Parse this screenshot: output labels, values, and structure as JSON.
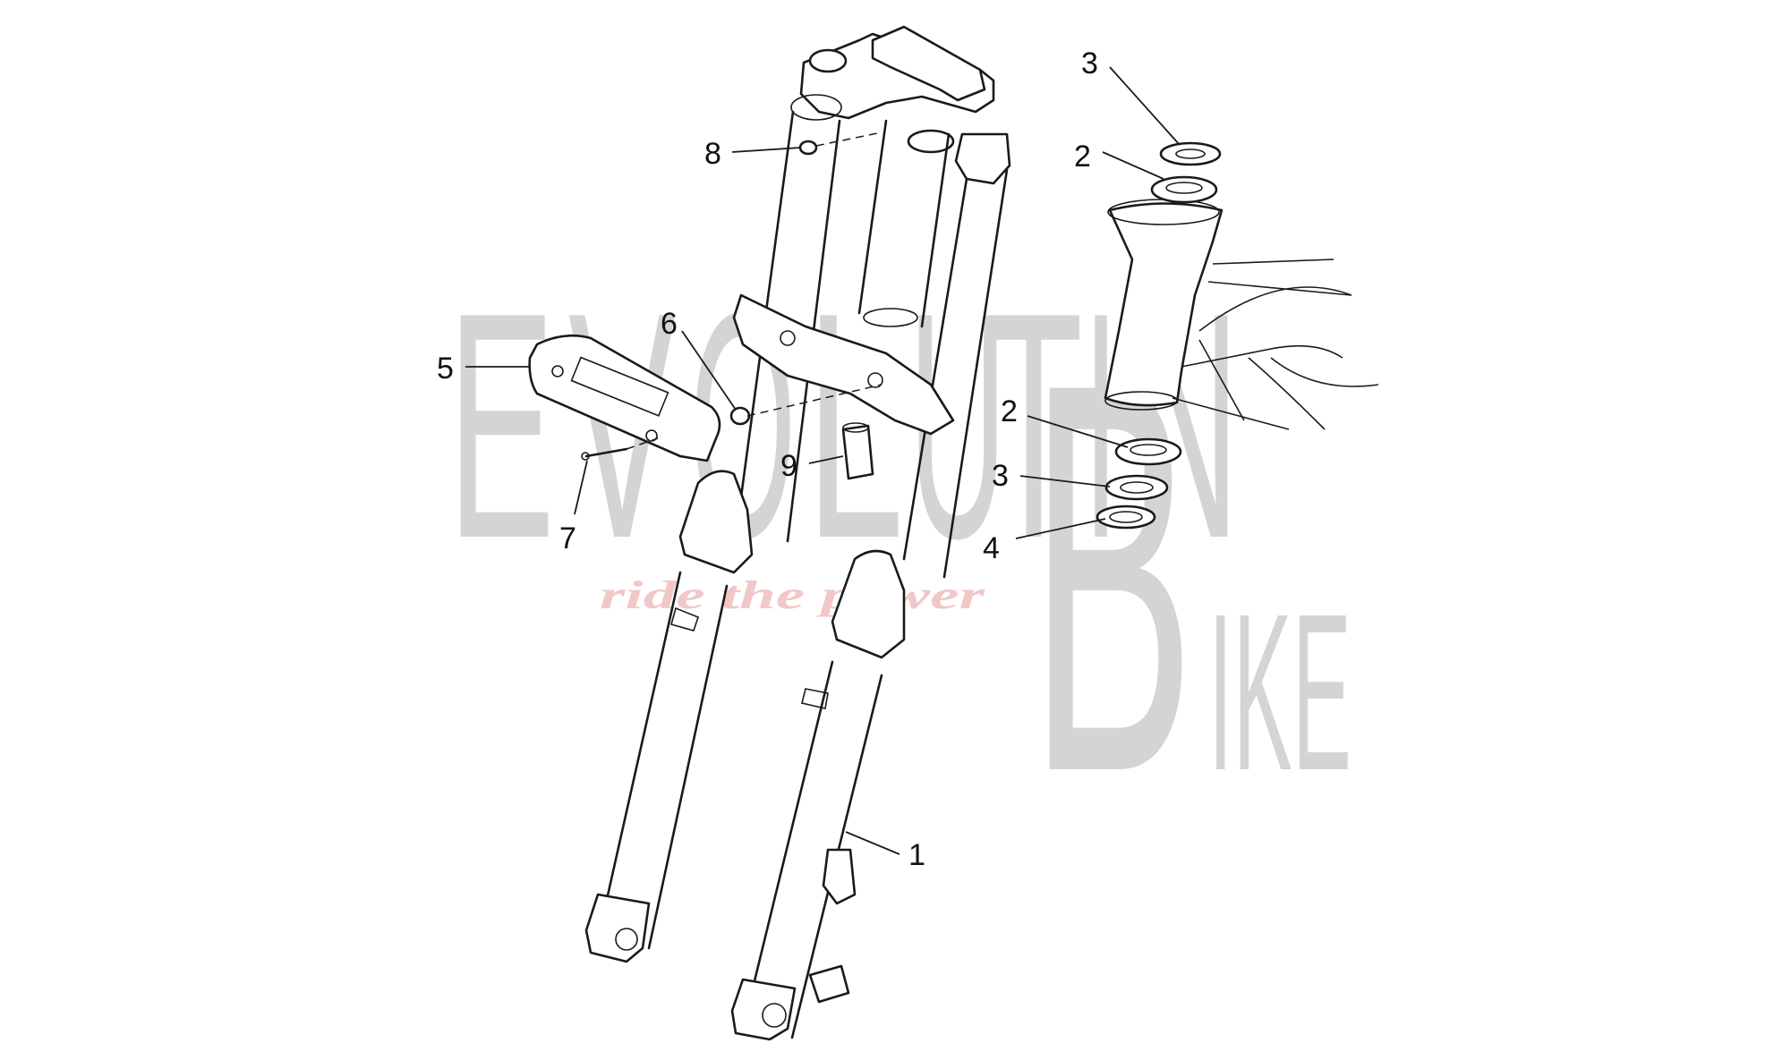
{
  "watermark": {
    "word1": "EVOLUTION",
    "word2": "BIKE",
    "tagline": "ride the power",
    "color": "#d4d4d4",
    "tagline_color": "#f2c7c7"
  },
  "callouts": [
    {
      "label": "3"
    },
    {
      "label": "2"
    },
    {
      "label": "8"
    },
    {
      "label": "6"
    },
    {
      "label": "5"
    },
    {
      "label": "2"
    },
    {
      "label": "3"
    },
    {
      "label": "9"
    },
    {
      "label": "4"
    },
    {
      "label": "7"
    },
    {
      "label": "1"
    }
  ]
}
